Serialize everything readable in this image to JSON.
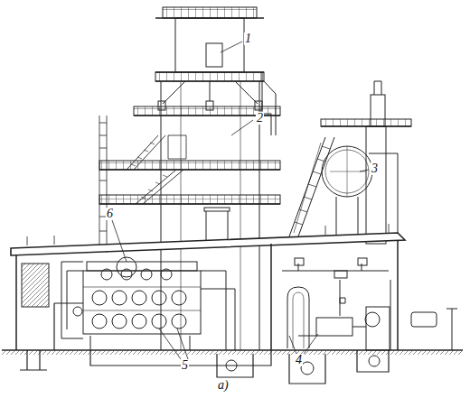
{
  "diagram": {
    "labels": [
      "1",
      "2",
      "3",
      "4",
      "5",
      "6",
      "а)"
    ]
  }
}
